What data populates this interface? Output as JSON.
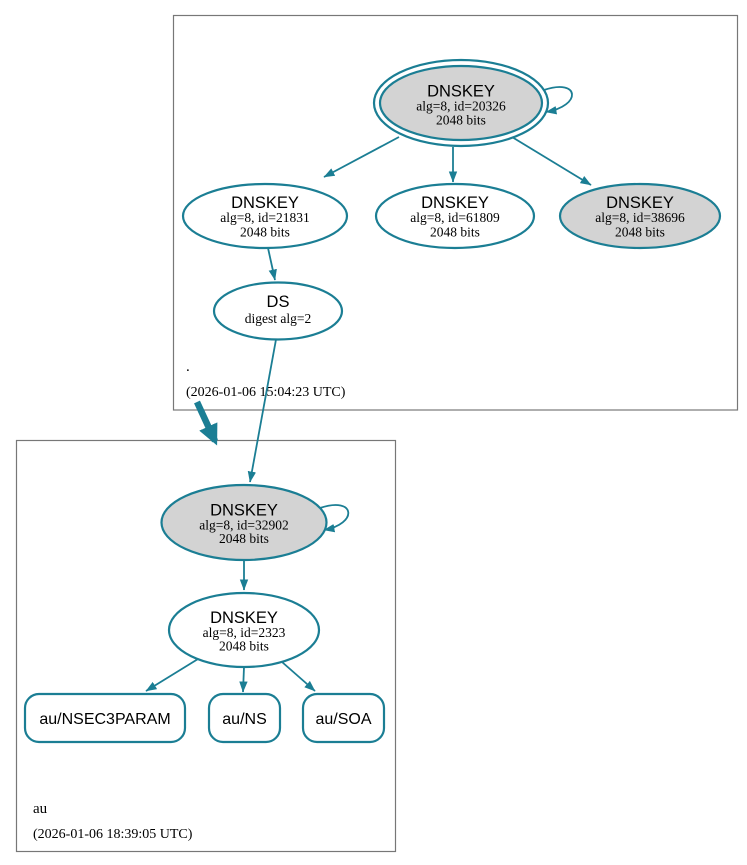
{
  "colors": {
    "edge": "#1b7e94",
    "ksk_fill": "#d3d3d3",
    "node_fill": "#ffffff",
    "box_border": "#777777",
    "text": "#000000"
  },
  "zones": [
    {
      "name": ".",
      "timestamp": "(2026-01-06 15:04:23 UTC)",
      "nodes": [
        {
          "title": "DNSKEY",
          "detail1": "alg=8, id=20326",
          "detail2": "2048 bits"
        },
        {
          "title": "DNSKEY",
          "detail1": "alg=8, id=21831",
          "detail2": "2048 bits"
        },
        {
          "title": "DNSKEY",
          "detail1": "alg=8, id=61809",
          "detail2": "2048 bits"
        },
        {
          "title": "DNSKEY",
          "detail1": "alg=8, id=38696",
          "detail2": "2048 bits"
        },
        {
          "title": "DS",
          "detail1": "digest alg=2"
        }
      ]
    },
    {
      "name": "au",
      "timestamp": "(2026-01-06 18:39:05 UTC)",
      "nodes": [
        {
          "title": "DNSKEY",
          "detail1": "alg=8, id=32902",
          "detail2": "2048 bits"
        },
        {
          "title": "DNSKEY",
          "detail1": "alg=8, id=2323",
          "detail2": "2048 bits"
        }
      ],
      "rrsets": [
        {
          "label": "au/NSEC3PARAM"
        },
        {
          "label": "au/NS"
        },
        {
          "label": "au/SOA"
        }
      ]
    }
  ]
}
